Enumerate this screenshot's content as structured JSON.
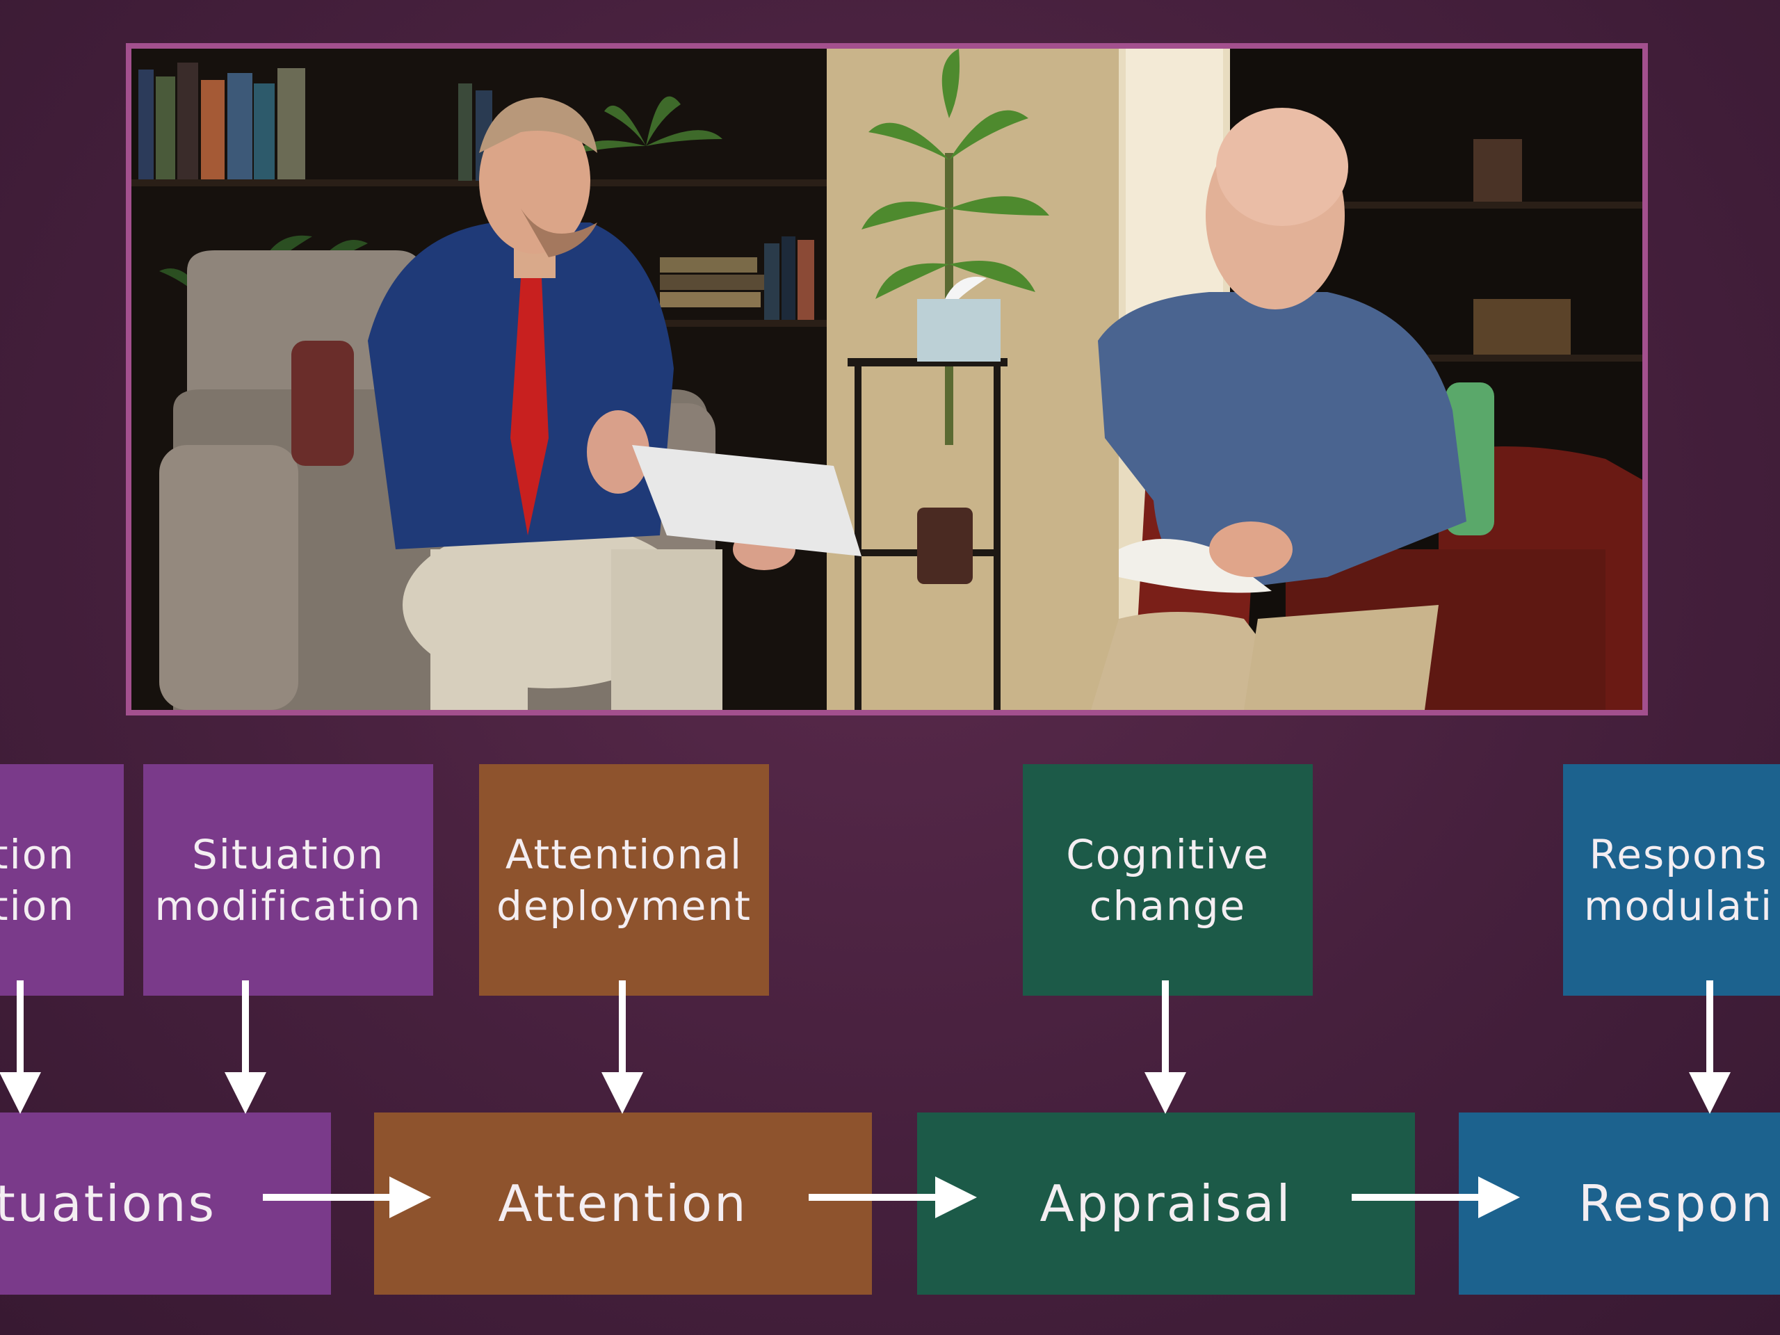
{
  "diagram": {
    "top_boxes": [
      {
        "line1": "tion",
        "line2": "tion",
        "color": "#7a3a8a"
      },
      {
        "line1": "Situation",
        "line2": "modification",
        "color": "#7a3a8a"
      },
      {
        "line1": "Attentional",
        "line2": "deployment",
        "color": "#8e532d"
      },
      {
        "line1": "Cognitive",
        "line2": "change",
        "color": "#1c5a48"
      },
      {
        "line1": "Respons",
        "line2": "modulati",
        "color": "#1c628e"
      }
    ],
    "bottom_boxes": [
      {
        "label": "tuations",
        "color": "#7a3a8a"
      },
      {
        "label": "Attention",
        "color": "#8e532d"
      },
      {
        "label": "Appraisal",
        "color": "#1c5a48"
      },
      {
        "label": "Respon",
        "color": "#1c628e"
      }
    ]
  },
  "colors": {
    "frame_border": "#a3508e",
    "background": "#46203d"
  }
}
